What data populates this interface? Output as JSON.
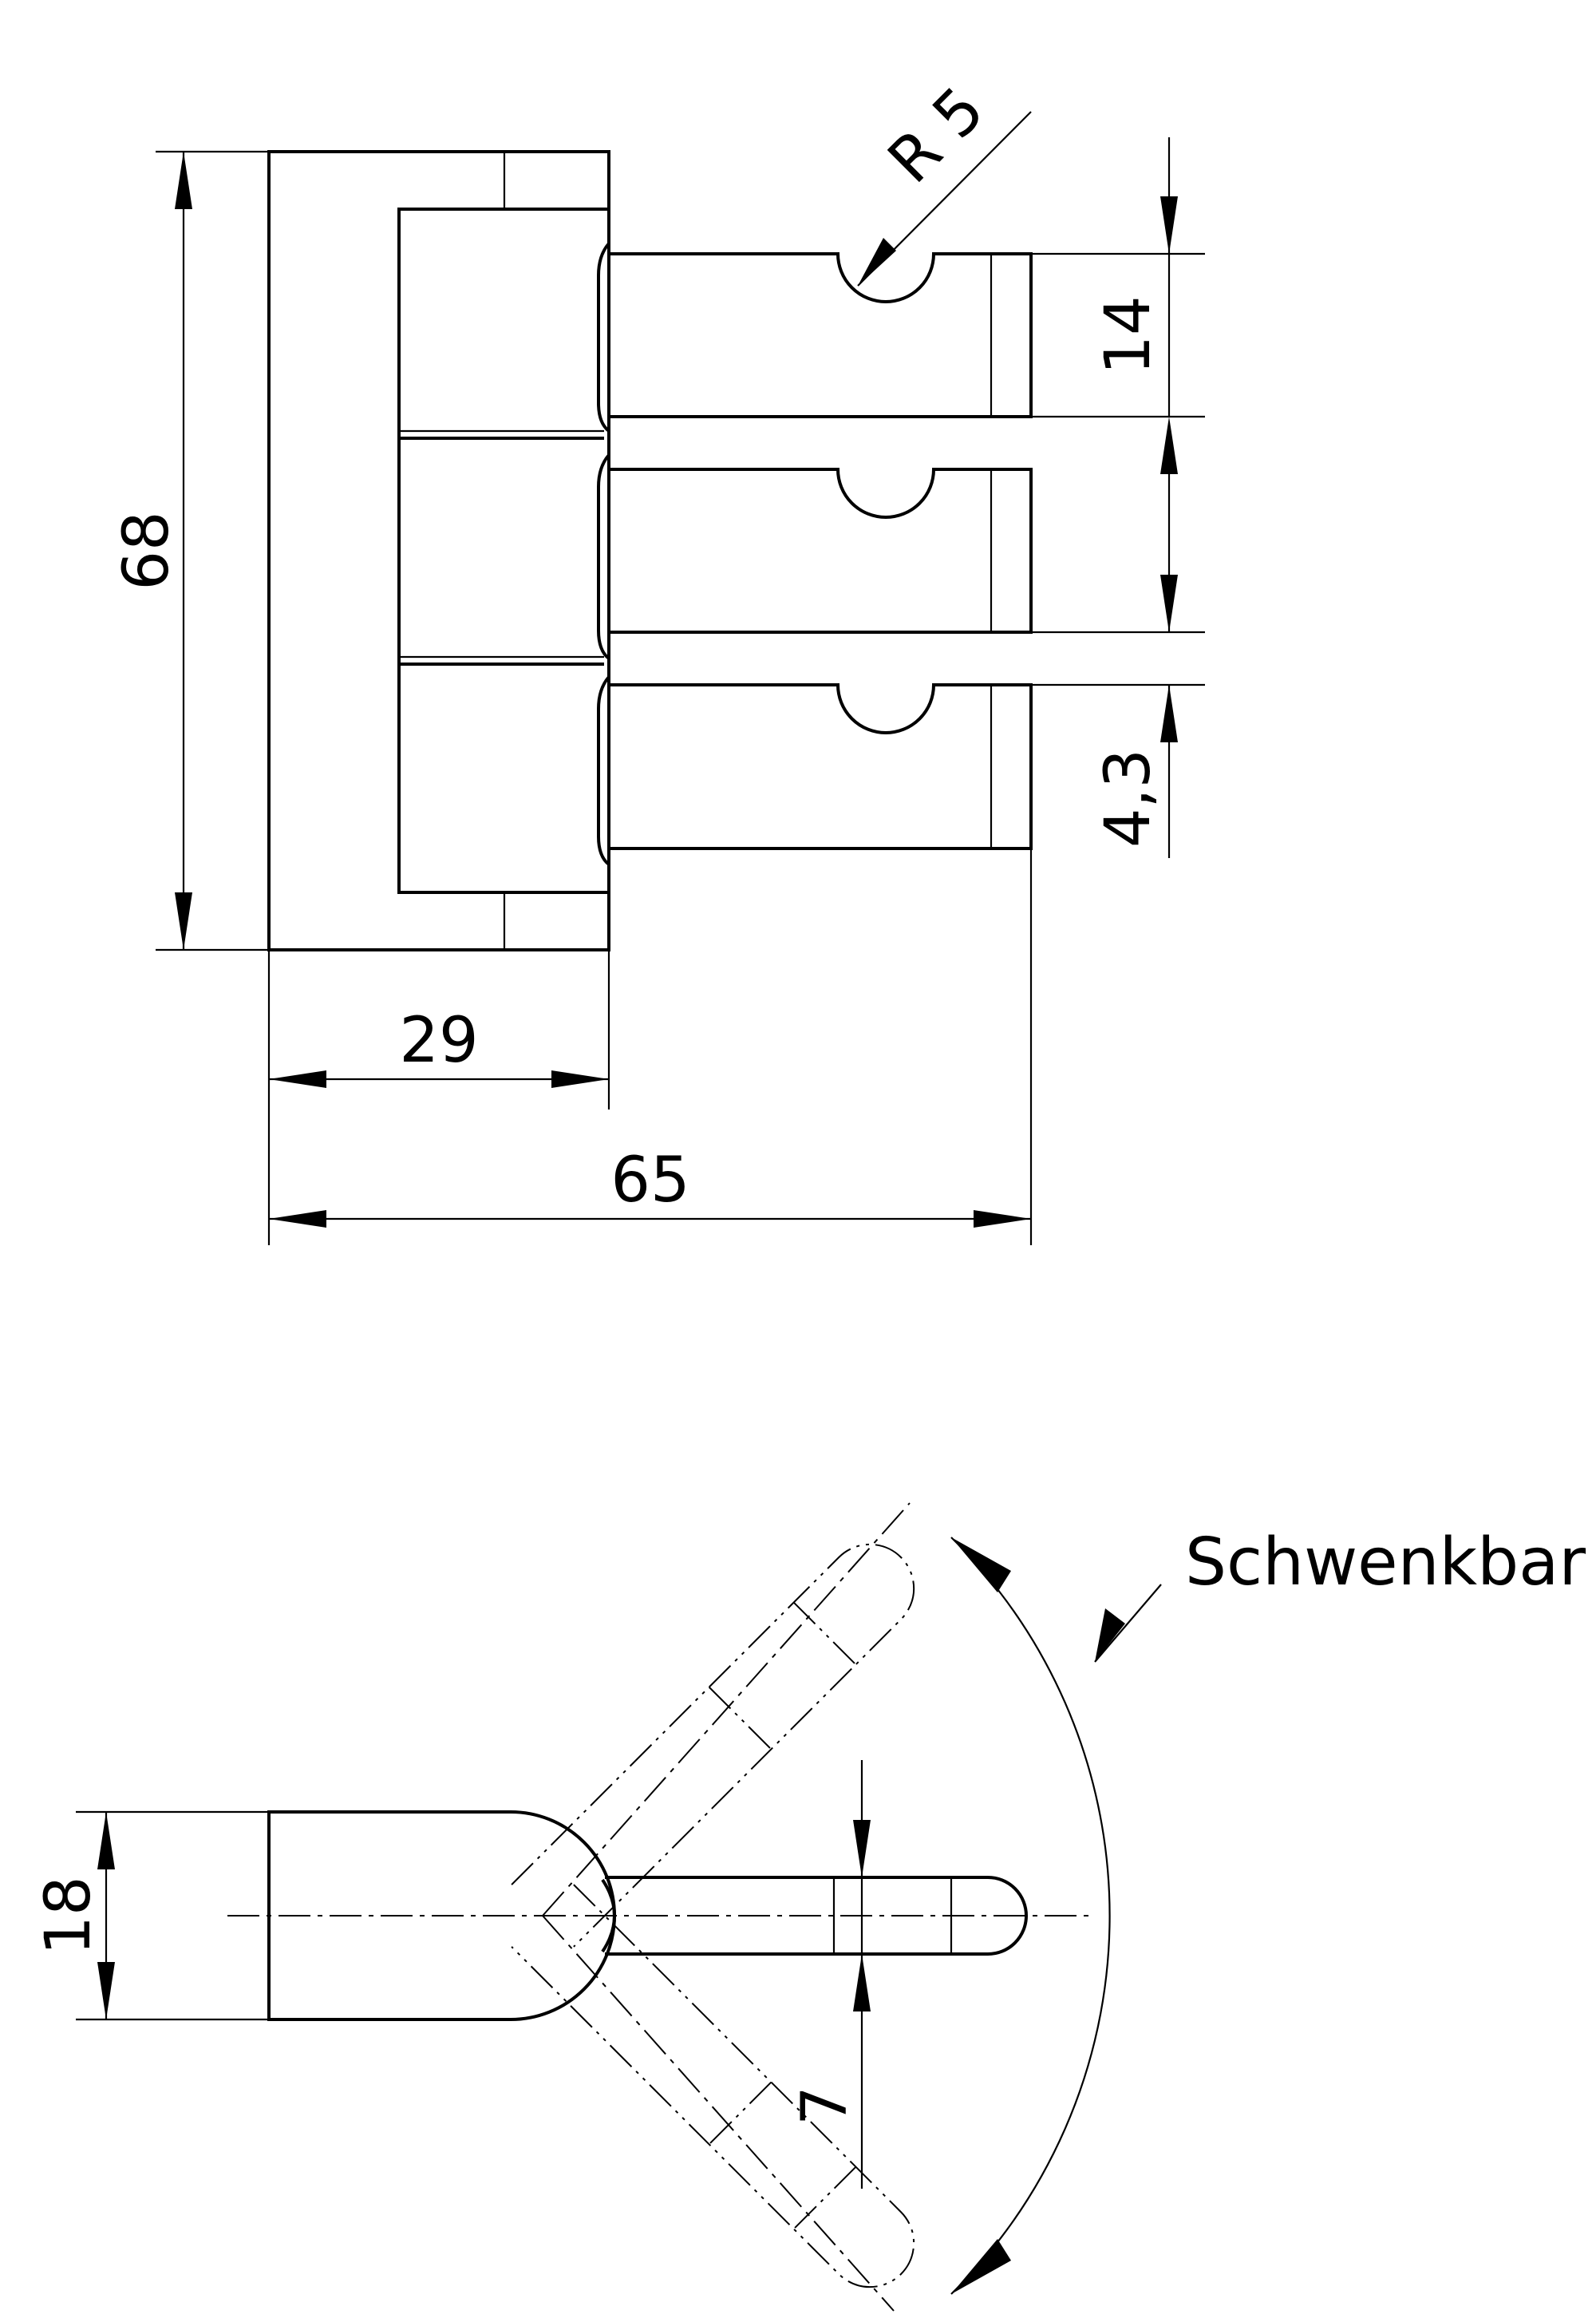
{
  "dimensions": {
    "height_total": "68",
    "width_plate": "29",
    "width_total": "65",
    "radius": "R 5",
    "finger_height": "14",
    "gap": "4,3",
    "side_height": "18",
    "finger_width": "7"
  },
  "annotation": {
    "swivel_label": "Schwenkbar"
  }
}
